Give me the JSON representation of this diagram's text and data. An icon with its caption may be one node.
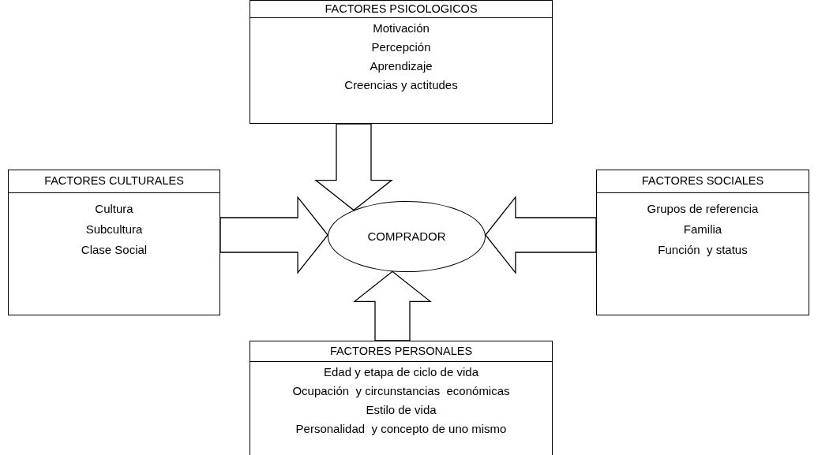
{
  "diagram": {
    "nodes": [
      {
        "text": [
          "FACTORES PSICOLOGICOS",
          "Motivación",
          "Percepción",
          "Aprendizaje",
          "Creencias y actitudes"
        ]
      },
      {
        "text": [
          "FACTORES CULTURALES",
          "Cultura",
          "Subcultura",
          "Clase Social"
        ]
      },
      {
        "text": [
          "COMPRADOR"
        ]
      },
      {
        "text": [
          "FACTORES SOCIALES",
          "Grupos de referencia",
          "Familia",
          "Función  y status"
        ]
      },
      {
        "text": [
          "FACTORES PERSONALES",
          "Edad y etapa de ciclo de vida",
          "Ocupación  y circunstancias  económicas",
          "Estilo de vida",
          "Personalidad  y concepto de uno mismo"
        ]
      }
    ],
    "edges": [
      {
        "from": 0,
        "to": 2,
        "arrow": "to"
      },
      {
        "from": 1,
        "to": 2,
        "arrow": "to"
      },
      {
        "from": 3,
        "to": 2,
        "arrow": "to"
      },
      {
        "from": 4,
        "to": 2,
        "arrow": "to"
      }
    ]
  }
}
